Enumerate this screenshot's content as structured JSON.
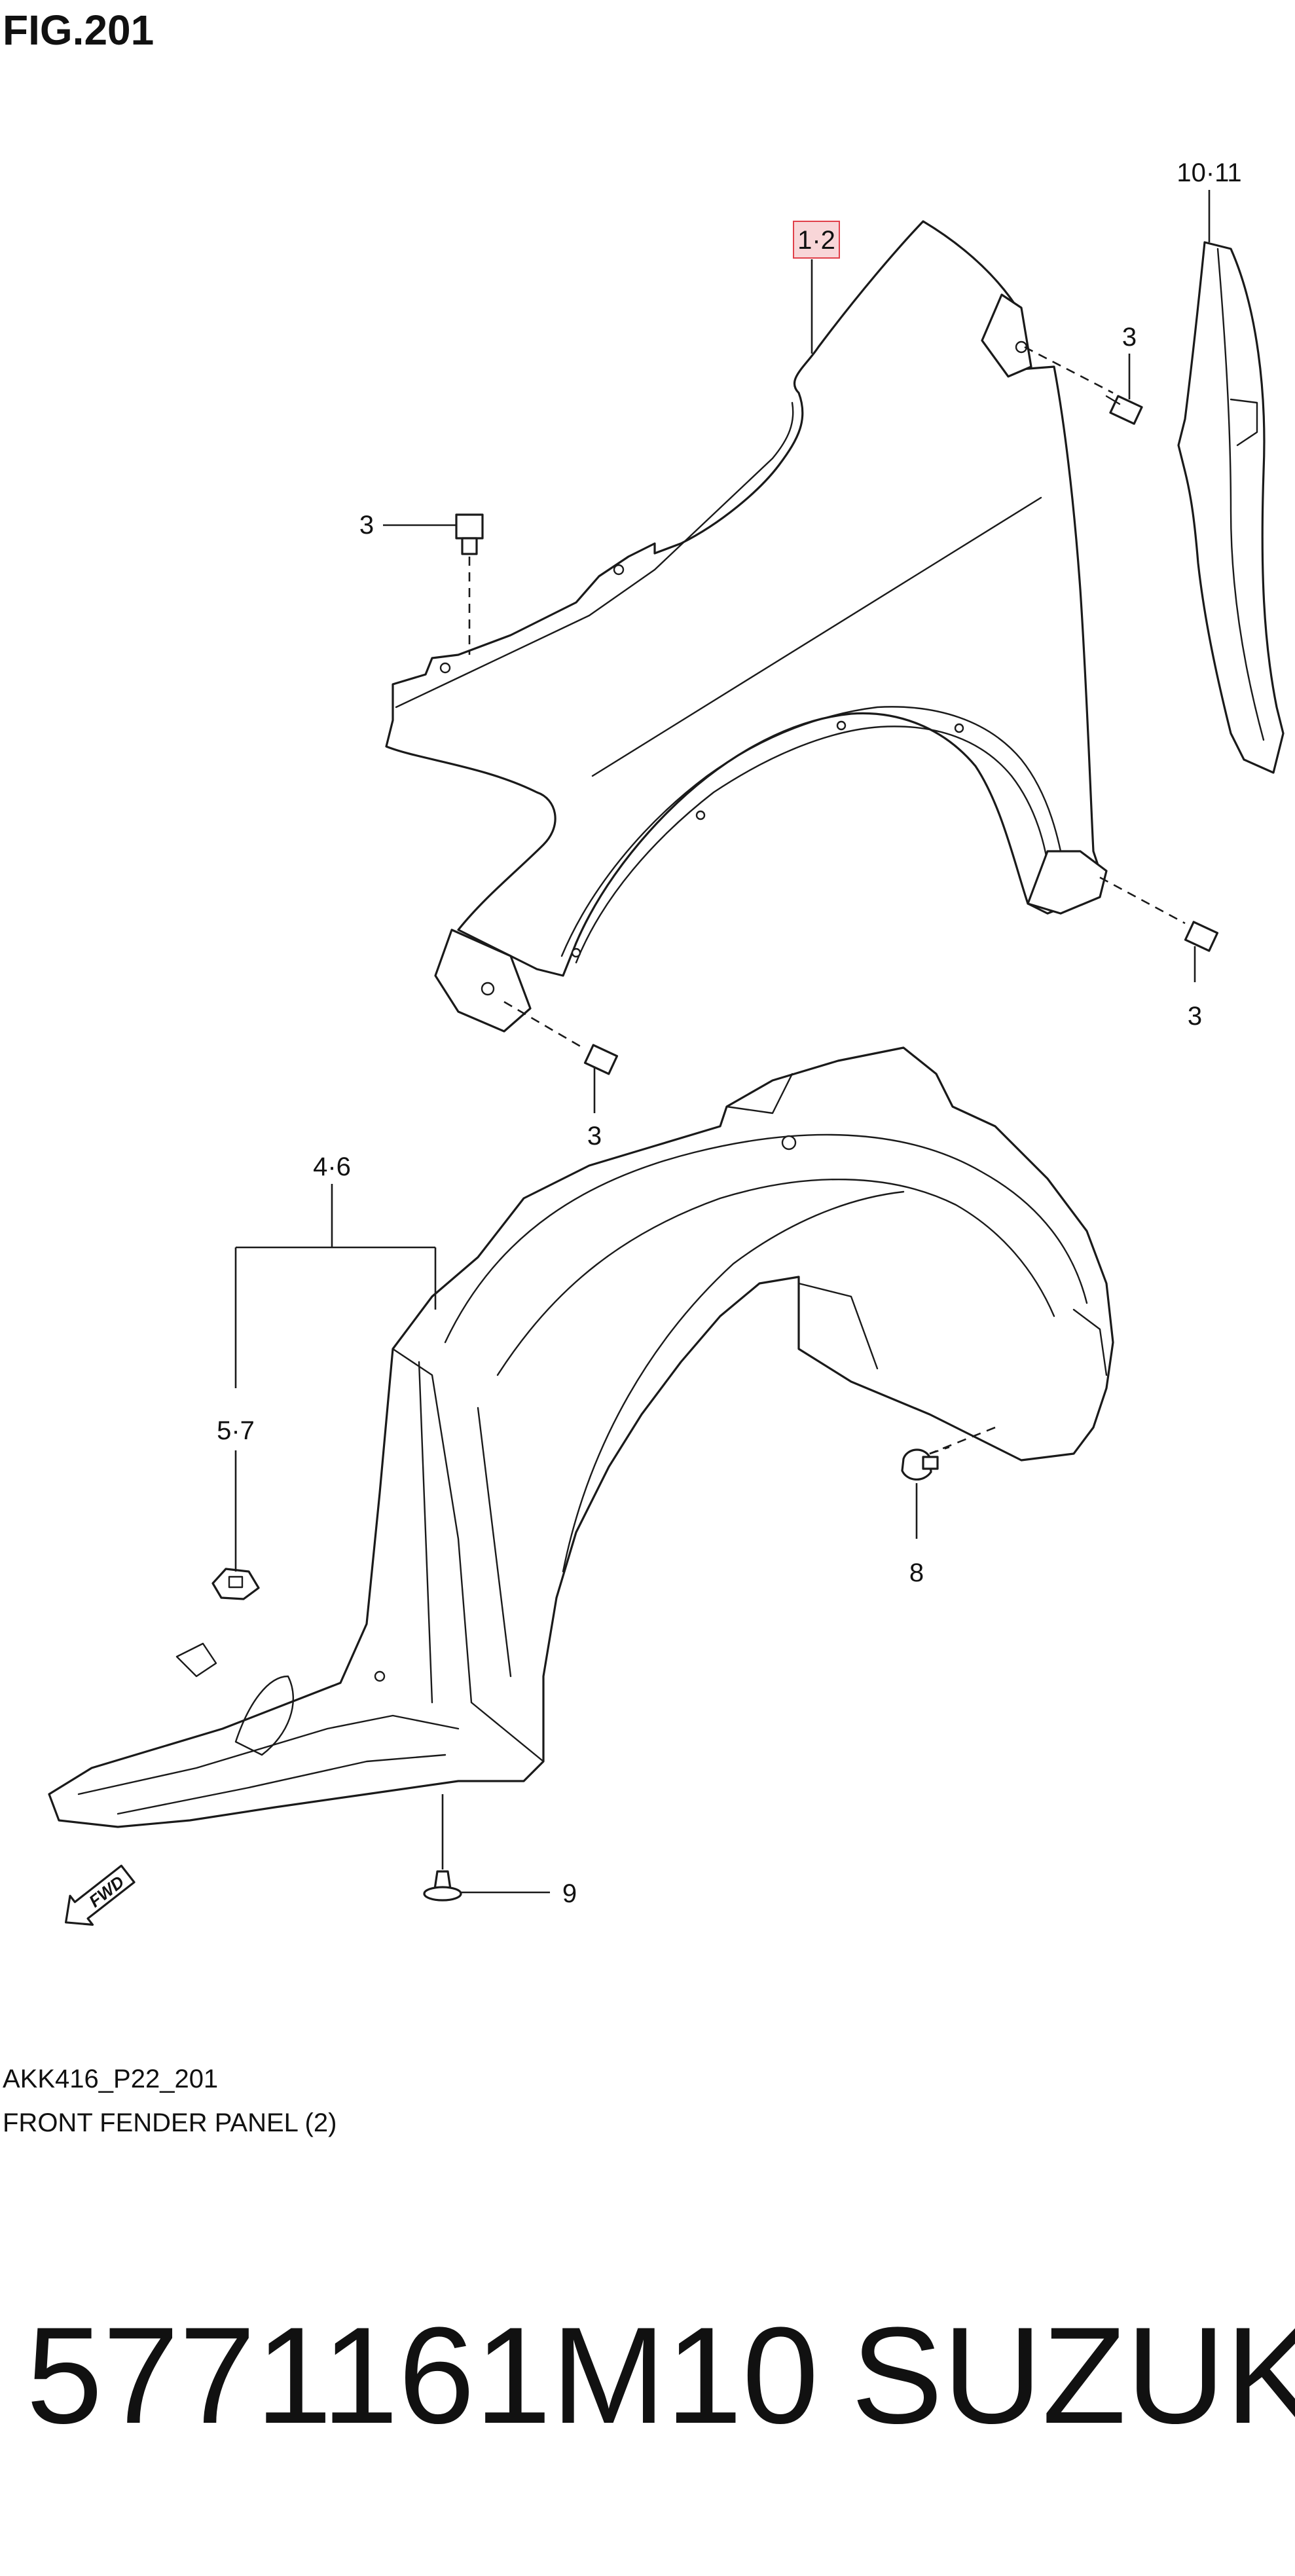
{
  "figure": {
    "title": "FIG.201",
    "code": "AKK416_P22_201",
    "caption": "FRONT FENDER PANEL (2)"
  },
  "callouts": {
    "fender_panel": "1·2",
    "fender_liner_rear": "10·11",
    "bolt_upper_rear": "3",
    "bolt_upper_front": "3",
    "bolt_front_lower": "3",
    "bolt_rear_lower": "3",
    "inner_liner": "4·6",
    "clip_nut": "5·7",
    "screw": "8",
    "push_clip": "9"
  },
  "fwd_arrow": {
    "text": "FWD",
    "icon": "fwd-arrow-icon"
  },
  "part_number": {
    "number": "5771161M10",
    "brand": "SUZUKI"
  },
  "colors": {
    "highlight_fill": "#f8d6d8",
    "highlight_stroke": "#e0404a",
    "line": "#1a1a1a"
  }
}
